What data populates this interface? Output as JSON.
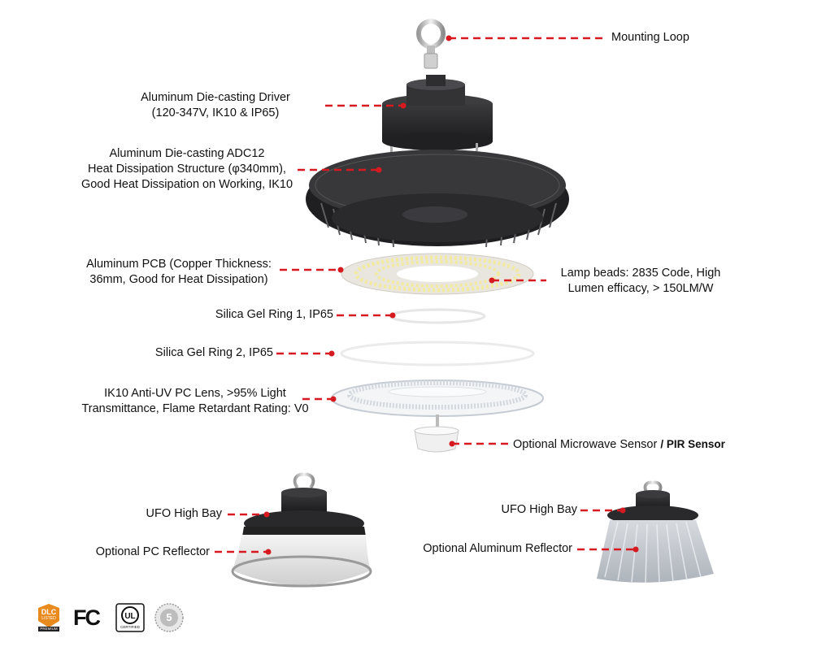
{
  "labels": {
    "mounting_loop": "Mounting Loop",
    "driver_l1": "Aluminum Die-casting Driver",
    "driver_l2": "(120-347V, IK10 & IP65)",
    "heatsink_l1": "Aluminum Die-casting ADC12",
    "heatsink_l2": "Heat Dissipation Structure (φ340mm),",
    "heatsink_l3": "Good Heat Dissipation on Working, IK10",
    "pcb_l1": "Aluminum PCB (Copper Thickness:",
    "pcb_l2": "36mm, Good for Heat Dissipation)",
    "lamp_l1": "Lamp beads: 2835 Code, High",
    "lamp_l2": "Lumen efficacy, > 150LM/W",
    "gel_ring_1": "Silica Gel Ring 1, IP65",
    "gel_ring_2": "Silica Gel Ring 2, IP65",
    "lens_l1": "IK10 Anti-UV PC Lens, >95% Light",
    "lens_l2": "Transmittance, Flame Retardant Rating: V0",
    "sensor": "Optional Microwave Sensor",
    "sensor_bold": "/ PIR Sensor",
    "ufo_left": "UFO High Bay",
    "pc_reflector": "Optional PC Reflector",
    "ufo_right": "UFO High Bay",
    "alu_reflector": "Optional Aluminum Reflector"
  },
  "logos": {
    "dlc_top": "DLC",
    "dlc_mid": "LISTED",
    "dlc_bottom": "PREMIUM",
    "fc": "FC",
    "ul_sub": "CERTIFIED",
    "warranty_num": "5"
  },
  "colors": {
    "leader": "#d71920",
    "housing": "#2b2b2d",
    "housing_light": "#4a4a4e",
    "dlc_orange": "#e98a1e"
  }
}
